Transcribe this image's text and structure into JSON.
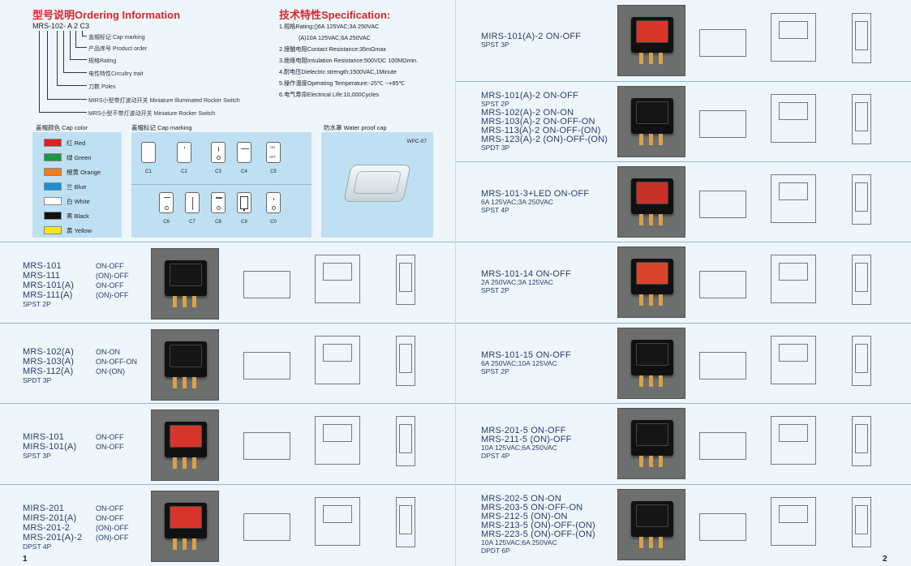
{
  "ordering": {
    "title_cn": "型号说明",
    "title_en": "Ordering Information",
    "code": "MRS-102- A 2 C3",
    "rows": [
      "盖帽标记 Cap marking",
      "产品序号 Product order",
      "规格Rating",
      "电性特性Circultry trait",
      "刀数 Poles",
      "MIRS小型带灯波动开关 Miniature Illuminated Rocker Switch",
      "MRS小型不带灯波动开关 Miniature Rocker Switch"
    ]
  },
  "spec": {
    "title_cn": "技术特性",
    "title_en": "Specification:",
    "lines": [
      "1.规格Rating:()6A 125VAC;3A 250VAC",
      "(A)10A 125VAC;6A 250VAC",
      "2.接触电阻Contact Resistance:35mΩmax",
      "3.绝缘电阻Insulation Resistance:500VDC 100MΩmin.",
      "4.耐电压Dielectric strength:1500VAC,1Minute",
      "5.操作温度Operating Temperature:-25℃ ~+85℃",
      "6.电气寿命Electrical Life:10,000Cycles"
    ]
  },
  "cap_color": {
    "title": "盖帽颜色 Cap color",
    "items": [
      {
        "label": "红 Red",
        "color": "#e31e24"
      },
      {
        "label": "绿 Green",
        "color": "#1b9a3e"
      },
      {
        "label": "橙黄 Orange",
        "color": "#f07d1a"
      },
      {
        "label": "兰 Blue",
        "color": "#1c8fd6"
      },
      {
        "label": "白 White",
        "color": "#ffffff"
      },
      {
        "label": "黑 Black",
        "color": "#111111"
      },
      {
        "label": "黄 Yellow",
        "color": "#f5e61c"
      }
    ]
  },
  "cap_marking": {
    "title": "盖帽标记 Cap marking",
    "codes": [
      "C1",
      "C2",
      "C3",
      "C4",
      "C5",
      "C6",
      "C7",
      "C8",
      "C9",
      "C0"
    ],
    "on": "ON",
    "off": "OFF"
  },
  "water_cap": {
    "title": "防水罩 Water proof cap",
    "model": "WPC-07"
  },
  "left_products": [
    {
      "names": [
        "MRS-101",
        "MRS-111",
        "MRS-101(A)",
        "MRS-111(A)"
      ],
      "funcs": [
        "ON-OFF",
        "(ON)-OFF",
        "ON-OFF",
        "(ON)-OFF"
      ],
      "sub": "SPST 2P",
      "rocker": "#151515"
    },
    {
      "names": [
        "MRS-102(A)",
        "MRS-103(A)",
        "MRS-112(A)"
      ],
      "funcs": [
        "ON-ON",
        "ON-OFF-ON",
        "ON-(ON)"
      ],
      "sub": "SPDT 3P",
      "rocker": "#151515"
    },
    {
      "names": [
        "MIRS-101",
        "MIRS-101(A)"
      ],
      "funcs": [
        "ON-OFF",
        "ON-OFF"
      ],
      "sub": "SPST 3P",
      "rocker": "#d8352a"
    },
    {
      "names": [
        "MIRS-201",
        "MIRS-201(A)",
        "MRS-201-2",
        "MRS-201(A)-2"
      ],
      "funcs": [
        "ON-OFF",
        "ON-OFF",
        "(ON)-OFF",
        "(ON)-OFF"
      ],
      "sub": "DPST 4P",
      "rocker": "#d8352a"
    }
  ],
  "right_products": [
    {
      "lines": [
        "MIRS-101(A)-2  ON-OFF"
      ],
      "sub": [
        "SPST 3P"
      ],
      "rocker": "#d8352a"
    },
    {
      "lines": [
        "MRS-101(A)-2  ON-OFF"
      ],
      "sub": [
        "SPST 2P"
      ],
      "lines2": [
        "MRS-102(A)-2  ON-ON",
        "MRS-103(A)-2  ON-OFF-ON",
        "MRS-113(A)-2  ON-OFF-(ON)",
        "MRS-123(A)-2  (ON)-OFF-(ON)"
      ],
      "sub2": "SPDT 3P",
      "rocker": "#151515"
    },
    {
      "lines": [
        "MRS-101-3+LED  ON-OFF"
      ],
      "sub": [
        "6A 125VAC;3A 250VAC",
        "SPST 4P"
      ],
      "rocker": "#c8312a"
    },
    {
      "lines": [
        "MRS-101-14  ON-OFF"
      ],
      "sub": [
        "2A 250VAC;3A 125VAC",
        "SPST 2P"
      ],
      "rocker": "#d8452a"
    },
    {
      "lines": [
        "MRS-101-15  ON-OFF"
      ],
      "sub": [
        "6A 250VAC;10A 125VAC",
        "SPST 2P"
      ],
      "rocker": "#151515"
    },
    {
      "lines": [
        "MRS-201-5  ON-OFF",
        "MRS-211-5  (ON)-OFF"
      ],
      "sub": [
        "10A 125VAC;6A 250VAC",
        "DPST 4P"
      ],
      "rocker": "#151515"
    },
    {
      "lines": [
        "MRS-202-5  ON-ON",
        "MRS-203-5  ON-OFF-ON",
        "MRS-212-5  (ON)-ON",
        "MRS-213-5  (ON)-OFF-(ON)",
        "MRS-223-5  (ON)-OFF-(ON)"
      ],
      "sub": [
        "10A 125VAC;6A 250VAC",
        "DPDT 6P"
      ],
      "rocker": "#151515"
    }
  ],
  "pages": {
    "left": "1",
    "right": "2"
  }
}
